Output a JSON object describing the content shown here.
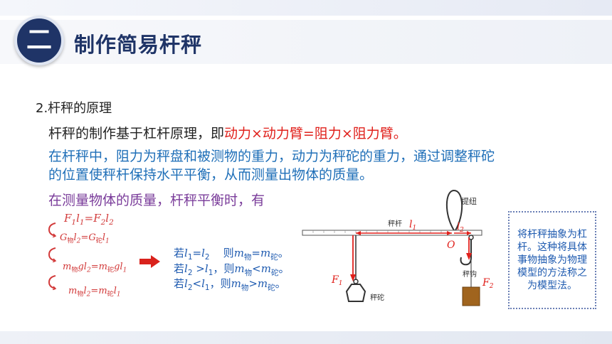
{
  "header": {
    "section_number": "二",
    "title": "制作简易杆秤"
  },
  "content": {
    "subheading": "2.杆秤的原理",
    "intro_text": "杆秤的制作基于杠杆原理，即",
    "intro_highlight": "动力×动力臂=阻力×阻力臂。",
    "explain_line1": "在杆秤中，阻力为秤盘和被测物的重力，动力为秤砣的重力，通过调整秤砣",
    "explain_line2": "的位置使秤杆保持水平平衡，从而测量出物体的质量。",
    "balance_text": "在测量物体的质量，杆秤平衡时，有"
  },
  "formulas": {
    "f1": {
      "a": "F",
      "a_sub": "1",
      "b": "l",
      "b_sub": "1",
      "eq": "=",
      "c": "F",
      "c_sub": "2",
      "d": "l",
      "d_sub": "2"
    },
    "f2": {
      "a": "G",
      "a_sub": "物",
      "b": "l",
      "b_sub": "2",
      "eq": "=",
      "c": "G",
      "c_sub": "砣",
      "d": "l",
      "d_sub": "1"
    },
    "f3": {
      "a": "m",
      "a_sub": "物",
      "g1": "g",
      "b": "l",
      "b_sub": "2",
      "eq": "=",
      "c": "m",
      "c_sub": "砣",
      "g2": "g",
      "d": "l",
      "d_sub": "1"
    },
    "f4": {
      "a": "m",
      "a_sub": "物",
      "b": "l",
      "b_sub": "2",
      "eq": "=",
      "c": "m",
      "c_sub": "砣",
      "d": "l",
      "d_sub": "1"
    }
  },
  "conditions": [
    {
      "prefix": "若",
      "lhs": "l",
      "lhs_sub": "1",
      "rel": "=",
      "rhs": "l",
      "rhs_sub": "2",
      "then": "则",
      "ma": "m",
      "ma_sub": "物",
      "res_rel": "=",
      "mb": "m",
      "mb_sub": "砣",
      "end": "。"
    },
    {
      "prefix": "若",
      "lhs": "l",
      "lhs_sub": "2",
      "rel": ">",
      "rhs": "l",
      "rhs_sub": "1",
      "then": "，则",
      "ma": "m",
      "ma_sub": "物",
      "res_rel": "<",
      "mb": "m",
      "mb_sub": "砣",
      "end": "。"
    },
    {
      "prefix": "若",
      "lhs": "l",
      "lhs_sub": "2",
      "rel": "<",
      "rhs": "l",
      "rhs_sub": "1",
      "then": "，则",
      "ma": "m",
      "ma_sub": "物",
      "res_rel": ">",
      "mb": "m",
      "mb_sub": "砣",
      "end": "。"
    }
  ],
  "diagram": {
    "label_rope": "提纽",
    "label_beam": "秤杆",
    "label_l1": "l",
    "label_l1_sub": "1",
    "label_l2": "l",
    "label_l2_sub": "2",
    "label_o": "O",
    "label_f1": "F",
    "label_f1_sub": "1",
    "label_f2": "F",
    "label_f2_sub": "2",
    "label_weight": "秤砣",
    "label_hook": "秤钩"
  },
  "note": {
    "text": "将杆秤抽象为杠杆。这种将具体事物抽象为物理模型的方法称之为模型法。"
  },
  "colors": {
    "badge": "#1f3467",
    "title": "#1f3467",
    "highlight_red": "#e0201b",
    "explain_blue": "#1f6fb8",
    "balance_purple": "#7a3c9a",
    "formula_red": "#d23a3a",
    "condition_blue": "#1f5bb0"
  },
  "icons": {
    "arrow": "right-arrow-icon"
  }
}
